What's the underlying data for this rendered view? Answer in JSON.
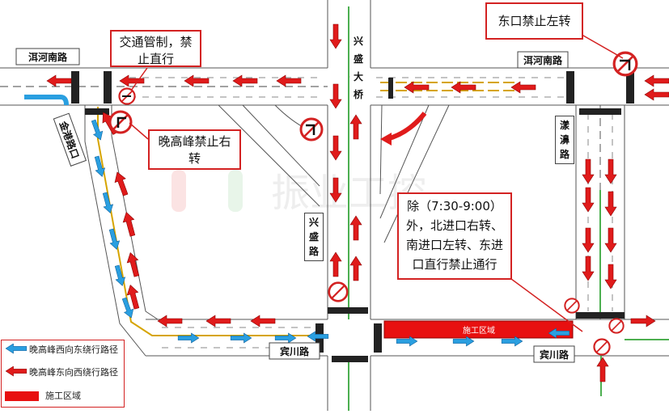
{
  "roads": {
    "erhe_south_w": "洱河南路",
    "erhe_south_e": "洱河南路",
    "jingang": "金港路口",
    "xingsheng_bridge": "兴盛大桥",
    "xingsheng_road": "兴盛路",
    "binchuan_w": "宾川路",
    "binchuan_e": "宾川路",
    "yanghe": "漾濞路"
  },
  "callouts": {
    "traffic_control": "交通管制，禁止直行",
    "evening_no_right": "晚高峰禁止右转",
    "east_no_left": "东口禁止左转",
    "except_rule": "除（7:30-9:00）外，北进口右转、南进口左转、东进口直行禁止通行"
  },
  "construction_label": "施工区域",
  "legend": {
    "blue": "晚高峰西向东绕行路径",
    "red": "晚高峰东向西绕行路径",
    "zone": "施工区域"
  },
  "watermark": "振业工控",
  "colors": {
    "detour_blue": "#2a9fe0",
    "detour_red": "#e01b1b",
    "construction": "#e81010",
    "callout_border": "#d32222",
    "median_green": "#4caf50",
    "median_yellow": "#d6a400"
  }
}
